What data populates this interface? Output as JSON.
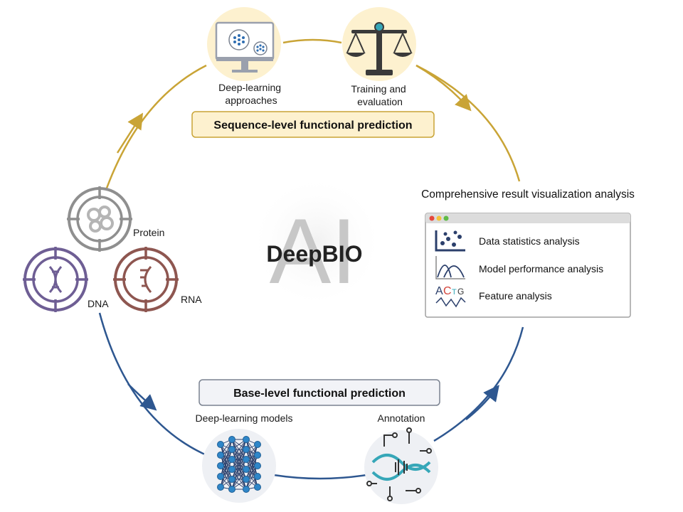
{
  "center": {
    "bg_text": "AI",
    "title": "DeepBIO"
  },
  "top_section": {
    "deep_learning_approaches": [
      "Deep-learning",
      "approaches"
    ],
    "training_evaluation": [
      "Training and",
      "evaluation"
    ],
    "box_label": "Sequence-level functional prediction"
  },
  "bottom_section": {
    "deep_learning_models": "Deep-learning models",
    "annotation": "Annotation",
    "box_label": "Base-level functional prediction"
  },
  "molecules": {
    "protein": "Protein",
    "dna": "DNA",
    "rna": "RNA"
  },
  "visualization": {
    "heading": "Comprehensive result visualization analysis",
    "items": [
      "Data statistics analysis",
      "Model performance analysis",
      "Feature analysis"
    ],
    "logo_letters": [
      "A",
      "C",
      "T",
      "G"
    ]
  },
  "colors": {
    "top_arc": "#c9a436",
    "bottom_arc": "#2e5790",
    "top_box_fill": "#fdf1cf",
    "top_box_border": "#c9a436",
    "bottom_box_fill": "#f2f3f7",
    "bottom_box_border": "#7a8290",
    "protein": "#8f8f8f",
    "dna": "#6e5e94",
    "rna": "#8e5650",
    "accent_teal": "#36a7b8",
    "node_blue": "#2f86c8"
  }
}
